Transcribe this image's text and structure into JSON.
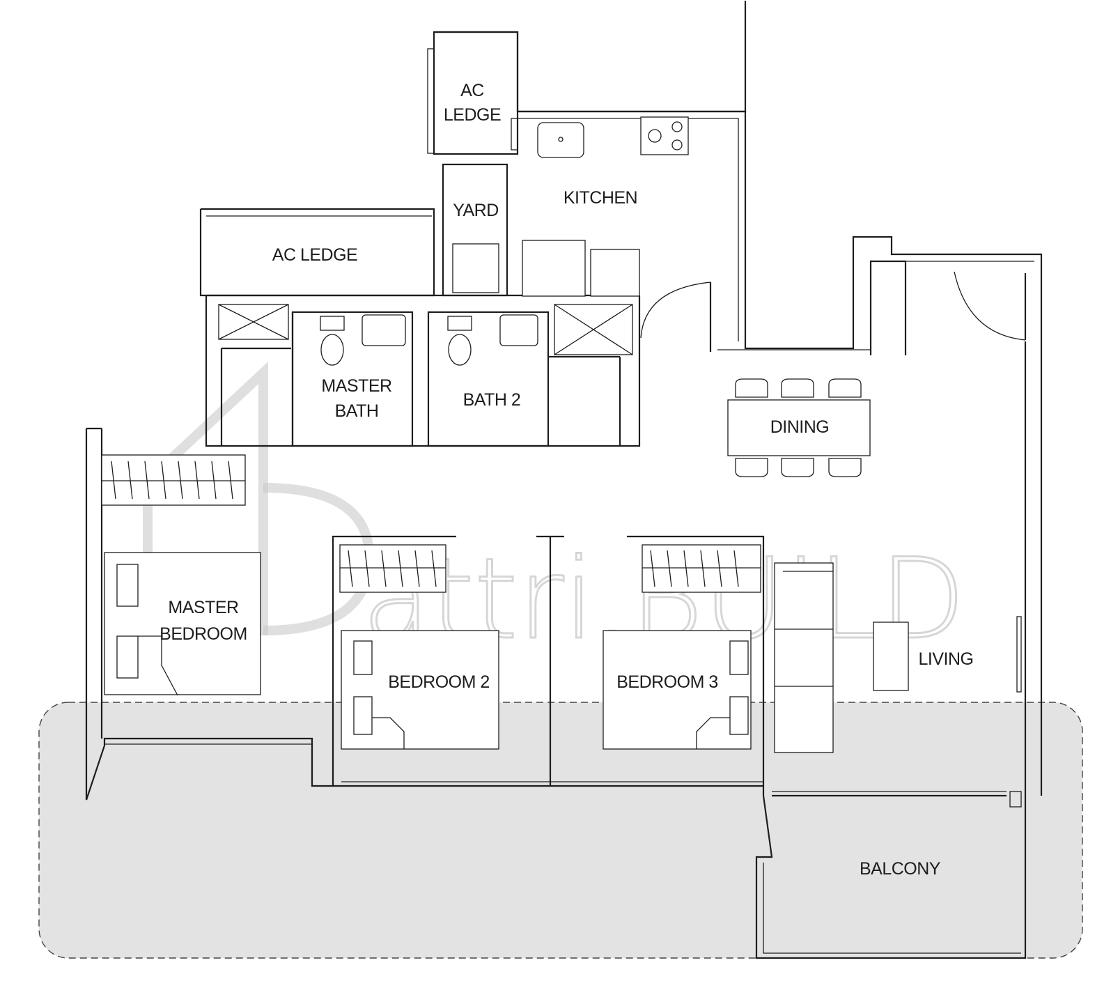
{
  "rooms": {
    "ac_ledge_top": [
      "AC",
      "LEDGE"
    ],
    "yard": "YARD",
    "kitchen": "KITCHEN",
    "ac_ledge_left": "AC LEDGE",
    "master_bath": [
      "MASTER",
      "BATH"
    ],
    "bath_2": "BATH 2",
    "dining": "DINING",
    "master_bedroom": [
      "MASTER",
      "BEDROOM"
    ],
    "bedroom_2": "BEDROOM 2",
    "bedroom_3": "BEDROOM 3",
    "living": "LIVING",
    "balcony": "BALCONY"
  },
  "watermark": "attri.BUILD",
  "colors": {
    "line": "#1d1d1d",
    "shaded_zone": "#e3e3e3",
    "watermark": "#c9c9c9"
  }
}
